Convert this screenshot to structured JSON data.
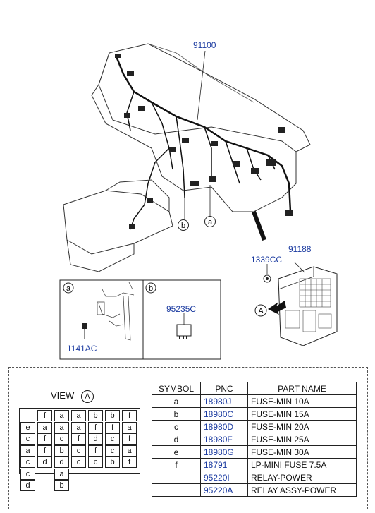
{
  "labels": {
    "main_harness": "91100",
    "junction_box": "91188",
    "nut": "1339CC",
    "bolt": "1141AC",
    "relay": "95235C",
    "callout_a": "a",
    "callout_b": "b",
    "view_arrow": "A"
  },
  "view": {
    "title": "VIEW",
    "letter": "A"
  },
  "table": {
    "headers": [
      "SYMBOL",
      "PNC",
      "PART NAME"
    ],
    "rows": [
      {
        "symbol": "a",
        "pnc": "18980J",
        "name": "FUSE-MIN 10A"
      },
      {
        "symbol": "b",
        "pnc": "18980C",
        "name": "FUSE-MIN 15A"
      },
      {
        "symbol": "c",
        "pnc": "18980D",
        "name": "FUSE-MIN 20A"
      },
      {
        "symbol": "d",
        "pnc": "18980F",
        "name": "FUSE-MIN 25A"
      },
      {
        "symbol": "e",
        "pnc": "18980G",
        "name": "FUSE-MIN 30A"
      },
      {
        "symbol": "f",
        "pnc": "18791",
        "name": "LP-MINI FUSE 7.5A"
      },
      {
        "symbol": "",
        "pnc": "95220I",
        "name": "RELAY-POWER"
      },
      {
        "symbol": "",
        "pnc": "95220A",
        "name": "RELAY ASSY-POWER"
      }
    ]
  },
  "fuse_grid": [
    [
      "",
      "f",
      "a",
      "a",
      "b",
      "b",
      "f"
    ],
    [
      "e",
      "a",
      "a",
      "a",
      "f",
      "f",
      "a"
    ],
    [
      "c",
      "f",
      "c",
      "f",
      "d",
      "c",
      "f"
    ],
    [
      "a",
      "f",
      "b",
      "c",
      "f",
      "c",
      "a"
    ],
    [
      "c",
      "d",
      "d",
      "c",
      "c",
      "b",
      "f"
    ],
    [
      "c",
      "",
      "a",
      "",
      "",
      "",
      ""
    ],
    [
      "d",
      "",
      "b",
      "",
      "",
      "",
      ""
    ]
  ],
  "colors": {
    "pnc_blue": "#1a3aa0",
    "line": "#222222"
  }
}
